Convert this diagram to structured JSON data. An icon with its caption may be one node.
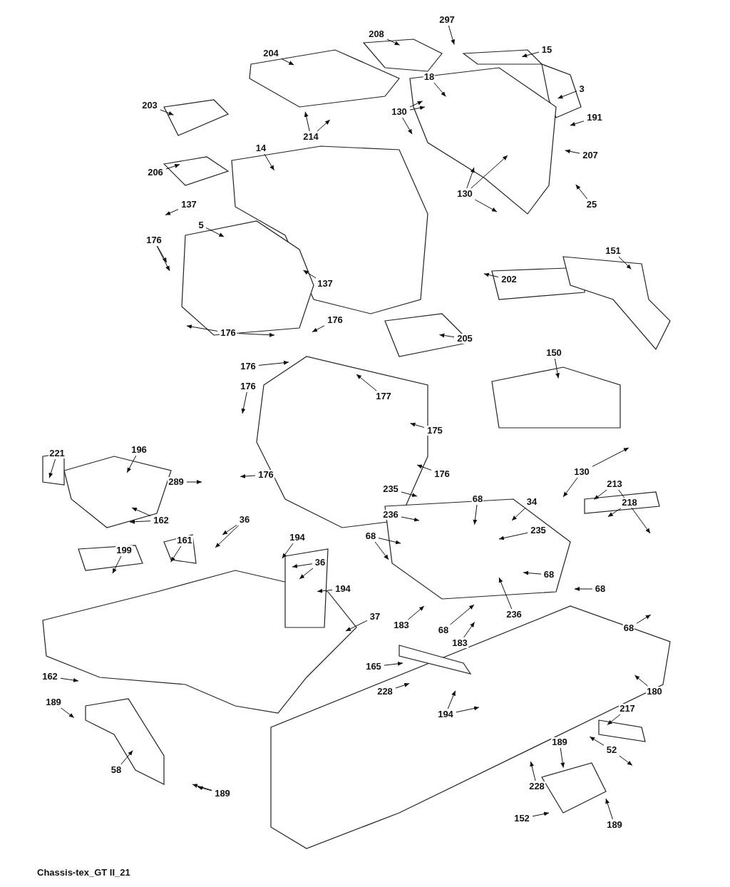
{
  "diagram": {
    "caption": "Chassis-tex_GT II_21",
    "nodes": [
      {
        "text": [
          "297"
        ]
      },
      {
        "text": [
          "208"
        ]
      },
      {
        "text": [
          "204"
        ]
      },
      {
        "text": [
          "15"
        ]
      },
      {
        "text": [
          "18"
        ]
      },
      {
        "text": [
          "3"
        ]
      },
      {
        "text": [
          "203"
        ]
      },
      {
        "text": [
          "130"
        ]
      },
      {
        "text": [
          "191"
        ]
      },
      {
        "text": [
          "214"
        ]
      },
      {
        "text": [
          "14"
        ]
      },
      {
        "text": [
          "207"
        ]
      },
      {
        "text": [
          "206"
        ]
      },
      {
        "text": [
          "130"
        ]
      },
      {
        "text": [
          "25"
        ]
      },
      {
        "text": [
          "137"
        ]
      },
      {
        "text": [
          "5"
        ]
      },
      {
        "text": [
          "176"
        ]
      },
      {
        "text": [
          "151"
        ]
      },
      {
        "text": [
          "202"
        ]
      },
      {
        "text": [
          "137"
        ]
      },
      {
        "text": [
          "176"
        ]
      },
      {
        "text": [
          "176"
        ]
      },
      {
        "text": [
          "205"
        ]
      },
      {
        "text": [
          "150"
        ]
      },
      {
        "text": [
          "176"
        ]
      },
      {
        "text": [
          "177"
        ]
      },
      {
        "text": [
          "176"
        ]
      },
      {
        "text": [
          "175"
        ]
      },
      {
        "text": [
          "196"
        ]
      },
      {
        "text": [
          "221"
        ]
      },
      {
        "text": [
          "130"
        ]
      },
      {
        "text": [
          "176"
        ]
      },
      {
        "text": [
          "176"
        ]
      },
      {
        "text": [
          "289"
        ]
      },
      {
        "text": [
          "213"
        ]
      },
      {
        "text": [
          "235"
        ]
      },
      {
        "text": [
          "34"
        ]
      },
      {
        "text": [
          "68"
        ]
      },
      {
        "text": [
          "218"
        ]
      },
      {
        "text": [
          "36"
        ]
      },
      {
        "text": [
          "162"
        ]
      },
      {
        "text": [
          "236"
        ]
      },
      {
        "text": [
          "68"
        ]
      },
      {
        "text": [
          "235"
        ]
      },
      {
        "text": [
          "194"
        ]
      },
      {
        "text": [
          "161"
        ]
      },
      {
        "text": [
          "199"
        ]
      },
      {
        "text": [
          "36"
        ]
      },
      {
        "text": [
          "68"
        ]
      },
      {
        "text": [
          "194"
        ]
      },
      {
        "text": [
          "68"
        ]
      },
      {
        "text": [
          "236"
        ]
      },
      {
        "text": [
          "37"
        ]
      },
      {
        "text": [
          "183"
        ]
      },
      {
        "text": [
          "68"
        ]
      },
      {
        "text": [
          "68"
        ]
      },
      {
        "text": [
          "183"
        ]
      },
      {
        "text": [
          "165"
        ]
      },
      {
        "text": [
          "162"
        ]
      },
      {
        "text": [
          "180"
        ]
      },
      {
        "text": [
          "228"
        ]
      },
      {
        "text": [
          "189"
        ]
      },
      {
        "text": [
          "217"
        ]
      },
      {
        "text": [
          "194"
        ]
      },
      {
        "text": [
          "189"
        ]
      },
      {
        "text": [
          "52"
        ]
      },
      {
        "text": [
          "58"
        ]
      },
      {
        "text": [
          "228"
        ]
      },
      {
        "text": [
          "189"
        ]
      },
      {
        "text": [
          "152"
        ]
      },
      {
        "text": [
          "189"
        ]
      }
    ],
    "edges": [
      {
        "from": 0,
        "to": null,
        "arrow": "to"
      },
      {
        "from": 1,
        "to": null,
        "arrow": "to"
      },
      {
        "from": 2,
        "to": null,
        "arrow": "to"
      },
      {
        "from": 3,
        "to": null,
        "arrow": "to"
      },
      {
        "from": 4,
        "to": null,
        "arrow": "to"
      },
      {
        "from": 5,
        "to": null,
        "arrow": "to"
      },
      {
        "from": 6,
        "to": null,
        "arrow": "to"
      },
      {
        "from": 7,
        "to": null,
        "arrow": "to"
      },
      {
        "from": 7,
        "to": null,
        "arrow": "to"
      },
      {
        "from": 7,
        "to": null,
        "arrow": "to"
      },
      {
        "from": 8,
        "to": null,
        "arrow": "to"
      },
      {
        "from": 9,
        "to": null,
        "arrow": "to"
      },
      {
        "from": 9,
        "to": null,
        "arrow": "to"
      },
      {
        "from": 10,
        "to": null,
        "arrow": "to"
      },
      {
        "from": 11,
        "to": null,
        "arrow": "to"
      },
      {
        "from": 12,
        "to": null,
        "arrow": "to"
      },
      {
        "from": 13,
        "to": null,
        "arrow": "to"
      },
      {
        "from": 13,
        "to": null,
        "arrow": "to"
      },
      {
        "from": 13,
        "to": null,
        "arrow": "to"
      },
      {
        "from": 14,
        "to": null,
        "arrow": "to"
      },
      {
        "from": 15,
        "to": null,
        "arrow": "to"
      },
      {
        "from": 16,
        "to": null,
        "arrow": "to"
      },
      {
        "from": 17,
        "to": null,
        "arrow": "to"
      },
      {
        "from": 17,
        "to": null,
        "arrow": "to"
      },
      {
        "from": 18,
        "to": null,
        "arrow": "to"
      },
      {
        "from": 19,
        "to": null,
        "arrow": "to"
      },
      {
        "from": 20,
        "to": null,
        "arrow": "to"
      },
      {
        "from": 21,
        "to": null,
        "arrow": "to"
      },
      {
        "from": 22,
        "to": null,
        "arrow": "to"
      },
      {
        "from": 22,
        "to": null,
        "arrow": "to"
      },
      {
        "from": 23,
        "to": null,
        "arrow": "to"
      },
      {
        "from": 24,
        "to": null,
        "arrow": "to"
      },
      {
        "from": 25,
        "to": null,
        "arrow": "to"
      },
      {
        "from": 26,
        "to": null,
        "arrow": "to"
      },
      {
        "from": 27,
        "to": null,
        "arrow": "to"
      },
      {
        "from": 28,
        "to": null,
        "arrow": "to"
      },
      {
        "from": 29,
        "to": null,
        "arrow": "to"
      },
      {
        "from": 30,
        "to": null,
        "arrow": "to"
      },
      {
        "from": 31,
        "to": null,
        "arrow": "to"
      },
      {
        "from": 31,
        "to": null,
        "arrow": "to"
      },
      {
        "from": 32,
        "to": null,
        "arrow": "to"
      },
      {
        "from": 33,
        "to": null,
        "arrow": "to"
      },
      {
        "from": 34,
        "to": null,
        "arrow": "to"
      },
      {
        "from": 35,
        "to": null,
        "arrow": "to"
      },
      {
        "from": 35,
        "to": null,
        "arrow": "to"
      },
      {
        "from": 36,
        "to": null,
        "arrow": "to"
      },
      {
        "from": 37,
        "to": null,
        "arrow": "to"
      },
      {
        "from": 38,
        "to": null,
        "arrow": "to"
      },
      {
        "from": 39,
        "to": null,
        "arrow": "to"
      },
      {
        "from": 40,
        "to": null,
        "arrow": "to"
      },
      {
        "from": 40,
        "to": null,
        "arrow": "to"
      },
      {
        "from": 41,
        "to": null,
        "arrow": "to"
      },
      {
        "from": 41,
        "to": null,
        "arrow": "to"
      },
      {
        "from": 42,
        "to": null,
        "arrow": "to"
      },
      {
        "from": 43,
        "to": null,
        "arrow": "to"
      },
      {
        "from": 43,
        "to": null,
        "arrow": "to"
      },
      {
        "from": 44,
        "to": null,
        "arrow": "to"
      },
      {
        "from": 45,
        "to": null,
        "arrow": "to"
      },
      {
        "from": 46,
        "to": null,
        "arrow": "to"
      },
      {
        "from": 47,
        "to": null,
        "arrow": "to"
      },
      {
        "from": 48,
        "to": null,
        "arrow": "to"
      },
      {
        "from": 48,
        "to": null,
        "arrow": "to"
      },
      {
        "from": 49,
        "to": null,
        "arrow": "to"
      },
      {
        "from": 50,
        "to": null,
        "arrow": "to"
      },
      {
        "from": 51,
        "to": null,
        "arrow": "to"
      },
      {
        "from": 52,
        "to": null,
        "arrow": "to"
      },
      {
        "from": 53,
        "to": null,
        "arrow": "to"
      },
      {
        "from": 54,
        "to": null,
        "arrow": "to"
      },
      {
        "from": 55,
        "to": null,
        "arrow": "to"
      },
      {
        "from": 56,
        "to": null,
        "arrow": "to"
      },
      {
        "from": 57,
        "to": null,
        "arrow": "to"
      },
      {
        "from": 58,
        "to": null,
        "arrow": "to"
      },
      {
        "from": 59,
        "to": null,
        "arrow": "to"
      },
      {
        "from": 60,
        "to": null,
        "arrow": "to"
      },
      {
        "from": 61,
        "to": null,
        "arrow": "to"
      },
      {
        "from": 62,
        "to": null,
        "arrow": "to"
      },
      {
        "from": 63,
        "to": null,
        "arrow": "to"
      },
      {
        "from": 64,
        "to": null,
        "arrow": "to"
      },
      {
        "from": 64,
        "to": null,
        "arrow": "to"
      },
      {
        "from": 65,
        "to": null,
        "arrow": "to"
      },
      {
        "from": 66,
        "to": null,
        "arrow": "to"
      },
      {
        "from": 66,
        "to": null,
        "arrow": "to"
      },
      {
        "from": 67,
        "to": null,
        "arrow": "to"
      },
      {
        "from": 68,
        "to": null,
        "arrow": "to"
      },
      {
        "from": 69,
        "to": null,
        "arrow": "to"
      },
      {
        "from": 69,
        "to": null,
        "arrow": "to"
      },
      {
        "from": 70,
        "to": null,
        "arrow": "to"
      },
      {
        "from": 71,
        "to": null,
        "arrow": "to"
      }
    ]
  }
}
